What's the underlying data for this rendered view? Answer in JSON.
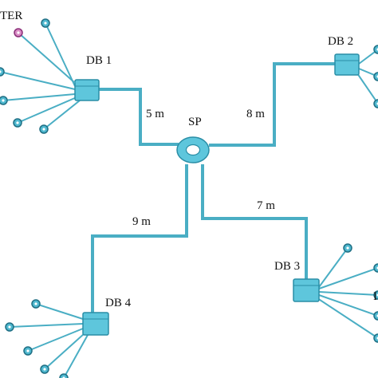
{
  "diagram": {
    "colors": {
      "line": "#4aaec4",
      "box_fill": "#5ec6dc",
      "box_stroke": "#2a8ea6",
      "node_fill": "#4fb8cf",
      "node_stroke": "#1f6f84",
      "meter_fill": "#d98bc4",
      "meter_stroke": "#8a2f78"
    },
    "labels": {
      "meter": "TER",
      "sp": "SP",
      "db1": "DB 1",
      "db2": "DB 2",
      "db3": "DB 3",
      "db4": "DB 4",
      "dist_db1": "5 m",
      "dist_db2": "8 m",
      "dist_db3": "7 m",
      "dist_db4": "9 m",
      "edge_partial": "I"
    }
  }
}
